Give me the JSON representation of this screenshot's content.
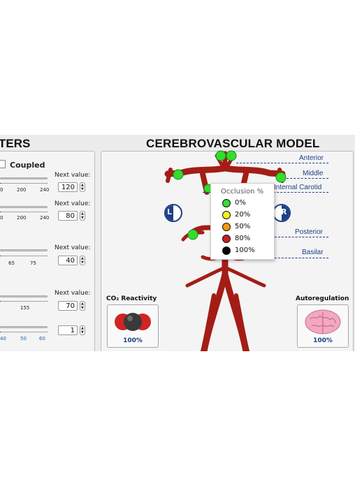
{
  "left_header": {
    "title": "TERS"
  },
  "right_header": {
    "title": "CEREBROVASCULAR MODEL"
  },
  "controls": {
    "coupled_label": "Coupled",
    "next_value_label": "Next value:",
    "sliders": [
      {
        "value": "120",
        "ticks": [
          "0",
          "200",
          "240"
        ]
      },
      {
        "value": "80",
        "ticks": [
          "0",
          "200",
          "240"
        ]
      },
      {
        "value": "40",
        "ticks": [
          "65",
          "75"
        ]
      },
      {
        "value": "70",
        "ticks": [
          "155"
        ]
      },
      {
        "value": "1",
        "ticks": [
          "40",
          "50",
          "60"
        ]
      }
    ]
  },
  "vessel_labels": {
    "anterior": "Anterior",
    "middle": "Middle",
    "internal_carotid": "Internal Carotid",
    "posterior": "Posterior",
    "basilar": "Basilar"
  },
  "side_buttons": {
    "left": "L",
    "right": "R"
  },
  "occlusion_popup": {
    "title": "Occlusion %",
    "options": [
      {
        "label": "0%",
        "fill": "#33dd2e",
        "ring": "#111111"
      },
      {
        "label": "20%",
        "fill": "#f2f21a",
        "ring": "#111111"
      },
      {
        "label": "50%",
        "fill": "#f29a11",
        "ring": "#111111"
      },
      {
        "label": "80%",
        "fill": "#c42020",
        "ring": "#111111"
      },
      {
        "label": "100%",
        "fill": "#050505",
        "ring": "#111111"
      }
    ]
  },
  "co2_card": {
    "title": "CO₂ Reactivity",
    "value": "100%"
  },
  "autoreg_card": {
    "title": "Autoregulation",
    "value": "100%"
  },
  "colors": {
    "artery": "#a31d16",
    "node": "#33dd2e",
    "accent": "#1d3f86"
  }
}
